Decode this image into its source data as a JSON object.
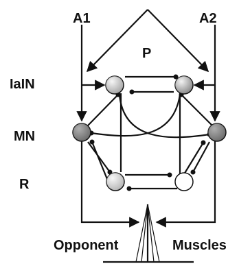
{
  "labels": {
    "a1": "A1",
    "a2": "A2",
    "p": "P",
    "ia_in": "IaIN",
    "mn": "MN",
    "r": "R",
    "opponent": "Opponent",
    "muscles": "Muscles"
  },
  "colors": {
    "ia_in_left": "#a8a8a8",
    "ia_in_right": "#8c8c8c",
    "mn": "#6e6e6e",
    "r_left": "#b8b8b8",
    "r_right": "#ffffff",
    "stroke": "#111111"
  }
}
